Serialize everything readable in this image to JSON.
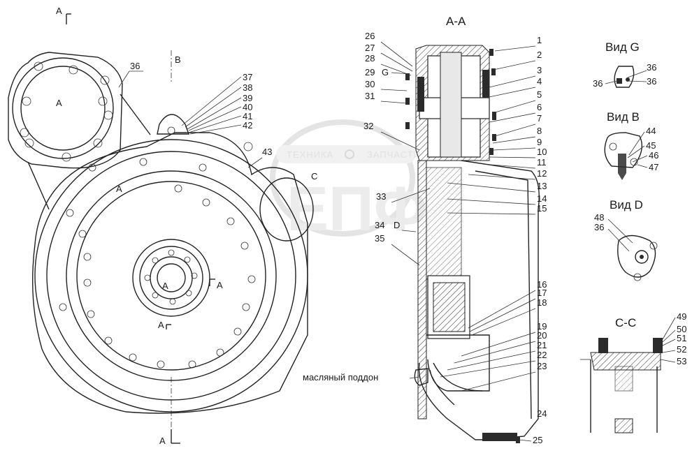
{
  "section_titles": {
    "aa": "А-А",
    "view_g": "Вид G",
    "view_b": "Вид B",
    "view_d": "Вид D",
    "cc": "С-С"
  },
  "section_marks": {
    "a_top": "А",
    "a_bottom": "А",
    "a_center": "А",
    "a_right": "А",
    "a_left": "А",
    "a_left2": "А",
    "a_small": "А",
    "b": "В",
    "c": "С",
    "d": "D",
    "g": "G"
  },
  "oil_pan_label": "масляный поддон",
  "watermark": {
    "line1": "ТЕХНИКА",
    "line2": "ЗАПЧАСТИ"
  },
  "callouts_aa": [
    "1",
    "2",
    "3",
    "4",
    "5",
    "6",
    "7",
    "8",
    "9",
    "10",
    "11",
    "12",
    "13",
    "14",
    "15",
    "16",
    "17",
    "18",
    "19",
    "20",
    "21",
    "22",
    "23",
    "24",
    "25"
  ],
  "callouts_aa_left": [
    "26",
    "27",
    "28",
    "29",
    "30",
    "31",
    "32",
    "33",
    "34",
    "35"
  ],
  "callouts_front": [
    "36",
    "37",
    "38",
    "39",
    "40",
    "41",
    "42",
    "43"
  ],
  "callouts_view_g": [
    "36",
    "36",
    "36"
  ],
  "callouts_view_b": [
    "44",
    "45",
    "46",
    "47"
  ],
  "callouts_view_d": [
    "48",
    "36"
  ],
  "callouts_cc": [
    "49",
    "50",
    "51",
    "52",
    "53"
  ]
}
